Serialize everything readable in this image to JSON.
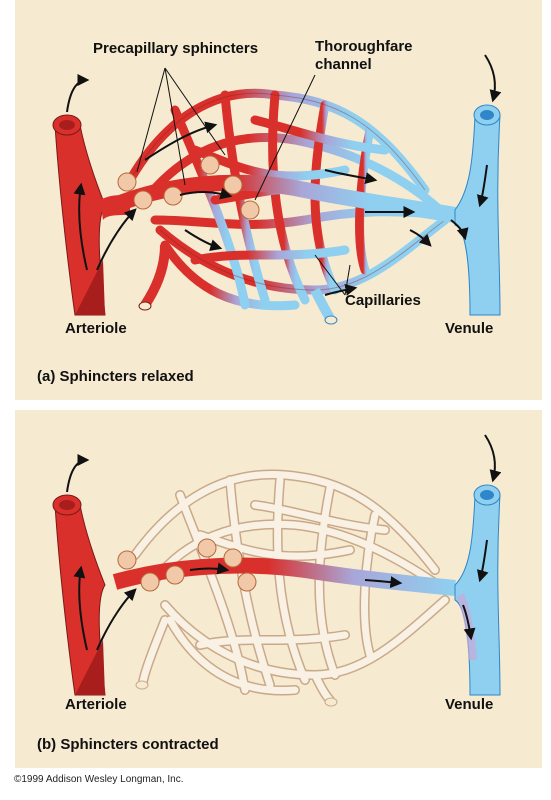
{
  "panel_a": {
    "label_sphincters": "Precapillary sphincters",
    "label_thoroughfare": "Thoroughfare\nchannel",
    "label_capillaries": "Capillaries",
    "label_arteriole": "Arteriole",
    "label_venule": "Venule",
    "caption": "(a) Sphincters relaxed"
  },
  "panel_b": {
    "label_arteriole": "Arteriole",
    "label_venule": "Venule",
    "caption": "(b) Sphincters contracted"
  },
  "copyright": "©1999 Addison Wesley Longman, Inc.",
  "colors": {
    "artery": "#d9302c",
    "artery_dark": "#a81e1c",
    "vein": "#8fd0f0",
    "vein_dark": "#2f86c8",
    "empty_capillary": "#f8f1e4",
    "sphincter": "#f1c9a8",
    "background": "#f6ead0"
  }
}
